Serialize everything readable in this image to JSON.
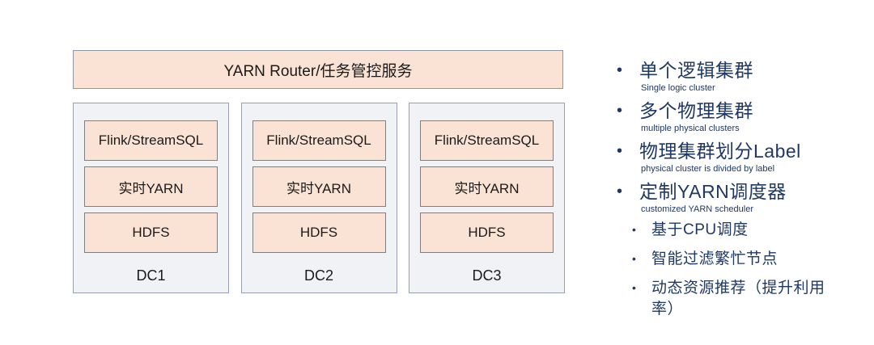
{
  "diagram": {
    "banner": {
      "label": "YARN Router/任务管控服务"
    },
    "datacenters": [
      {
        "name": "DC1",
        "layers": [
          "Flink/StreamSQL",
          "实时YARN",
          "HDFS"
        ]
      },
      {
        "name": "DC2",
        "layers": [
          "Flink/StreamSQL",
          "实时YARN",
          "HDFS"
        ]
      },
      {
        "name": "DC3",
        "layers": [
          "Flink/StreamSQL",
          "实时YARN",
          "HDFS"
        ]
      }
    ]
  },
  "notes": {
    "items": [
      {
        "title": "单个逻辑集群",
        "subtitle": "Single logic cluster"
      },
      {
        "title": "多个物理集群",
        "subtitle": "multiple physical clusters"
      },
      {
        "title": "物理集群划分Label",
        "subtitle": "physical cluster is divided by label"
      },
      {
        "title": "定制YARN调度器",
        "subtitle": "customized YARN scheduler",
        "children": [
          "基于CPU调度",
          "智能过滤繁忙节点",
          "动态资源推荐（提升利用率）"
        ]
      }
    ]
  },
  "colors": {
    "box_fill": "#FAE3D4",
    "box_border": "#7F7F7F",
    "container_fill": "#F1F2F5",
    "container_border": "#98A0B3",
    "text_dark": "#1A1A1A",
    "accent_navy": "#1F3864"
  }
}
